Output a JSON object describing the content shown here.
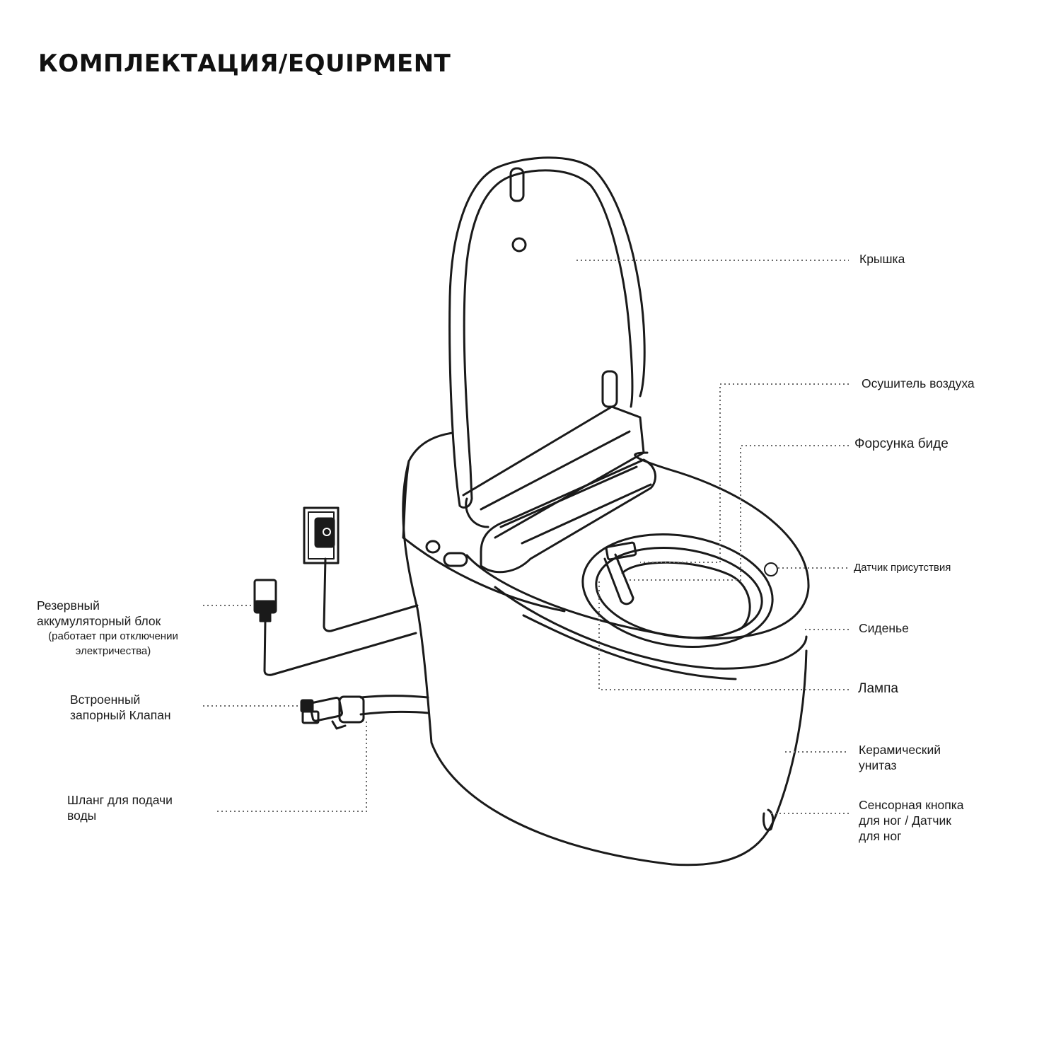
{
  "title": "КОМПЛЕКТАЦИЯ/EQUIPMENT",
  "labels": {
    "lid": "Крышка",
    "dryer": "Осушитель воздуха",
    "nozzle": "Форсунка биде",
    "presence_sensor": "Датчик присутствия",
    "seat": "Сиденье",
    "lamp": "Лампа",
    "ceramic_line1": "Керамический",
    "ceramic_line2": "унитаз",
    "foot_line1": "Сенсорная кнопка",
    "foot_line2": "для ног / Датчик",
    "foot_line3": "для ног",
    "battery_line1": "Резервный",
    "battery_line2": "аккумуляторный блок",
    "battery_line3": "(работает при отключении",
    "battery_line4": "электричества)",
    "valve_line1": "Встроенный",
    "valve_line2": "запорный Клапан",
    "hose_line1": "Шланг для подачи",
    "hose_line2": "воды"
  }
}
